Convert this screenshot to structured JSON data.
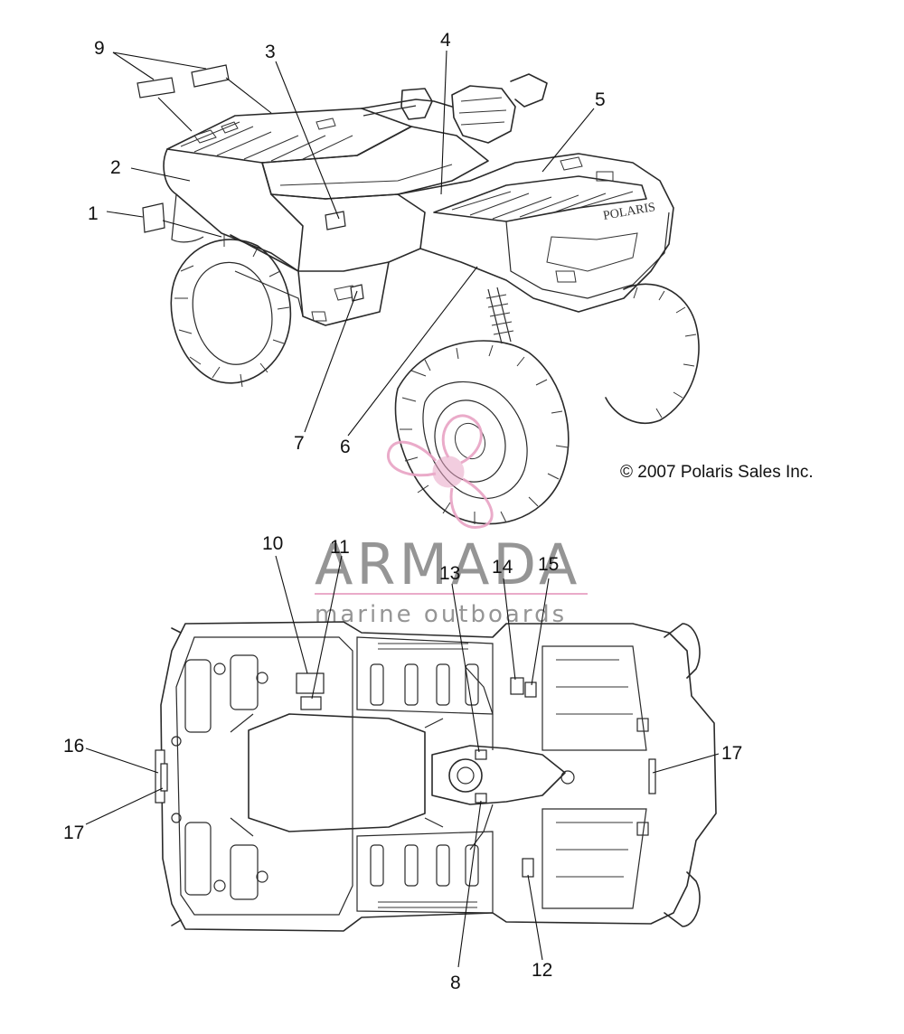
{
  "copyright": "© 2007 Polaris Sales Inc.",
  "watermark": {
    "brand": "ARMADA",
    "tagline": "marine outboards",
    "accent_color": "#e8a3c4",
    "text_color": "#8a8a8a"
  },
  "callouts": {
    "c1": "1",
    "c2": "2",
    "c3": "3",
    "c4": "4",
    "c5": "5",
    "c6": "6",
    "c7": "7",
    "c8": "8",
    "c9": "9",
    "c10": "10",
    "c11": "11",
    "c12": "12",
    "c13": "13",
    "c14": "14",
    "c15": "15",
    "c16": "16",
    "c17a": "17",
    "c17b": "17"
  },
  "fender_lettering": "POLARIS"
}
